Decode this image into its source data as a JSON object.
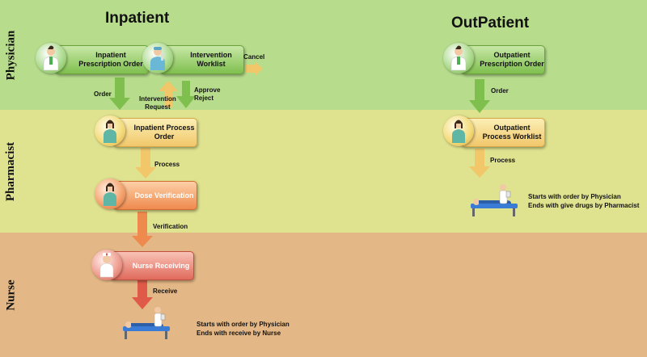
{
  "lanes": {
    "physician": "Physician",
    "pharmacist": "Pharmacist",
    "nurse": "Nurse"
  },
  "titles": {
    "inpatient": "Inpatient",
    "outpatient": "OutPatient"
  },
  "nodes": {
    "inpatient_prescription_order": "Inpatient Prescription Order",
    "intervention_worklist": "Intervention Worklist",
    "outpatient_prescription_order": "Outpatient Prescription Order",
    "inpatient_process_order": "Inpatient Process Order",
    "outpatient_process_worklist": "Outpatient Process Worklist",
    "dose_verification": "Dose Verification",
    "nurse_receiving": "Nurse Receiving"
  },
  "arrows": {
    "cancel": "Cancel",
    "order_inpatient": "Order",
    "intervention_request_line1": "Intervention",
    "intervention_request_line2": "Request",
    "approve_reject_line1": "Approve",
    "approve_reject_line2": "Reject",
    "order_outpatient": "Order",
    "process_inpatient": "Process",
    "process_outpatient": "Process",
    "verification": "Verification",
    "receive": "Receive"
  },
  "notes": {
    "outpatient_line1": "Starts with order by Physician",
    "outpatient_line2": "Ends with give drugs by Pharmacist",
    "inpatient_line1": "Starts with order by Physician",
    "inpatient_line2": "Ends with receive by Nurse"
  },
  "colors": {
    "physician_lane": "#b6dc8c",
    "pharmacist_lane": "#dfe28e",
    "nurse_lane": "#e4b886",
    "green_arrow": "#7fbf4e",
    "yellow_arrow": "#f1c76a",
    "orange_arrow": "#ef8a4e",
    "red_arrow": "#e05a4a"
  },
  "icons": {
    "physician": "doctor-icon",
    "pharmacist": "pharmacist-icon",
    "nurse": "nurse-icon",
    "patient": "patient-bed-icon"
  }
}
